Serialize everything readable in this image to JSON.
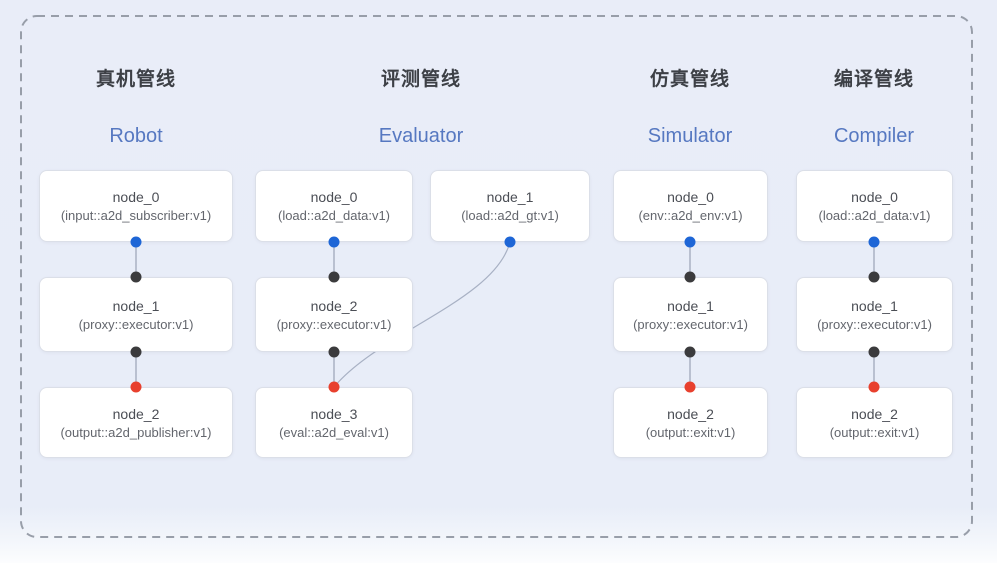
{
  "diagram": {
    "pipelines": [
      {
        "title_cn": "真机管线",
        "title_en": "Robot",
        "nodes": [
          {
            "name": "node_0",
            "type": "(input::a2d_subscriber:v1)"
          },
          {
            "name": "node_1",
            "type": "(proxy::executor:v1)"
          },
          {
            "name": "node_2",
            "type": "(output::a2d_publisher:v1)"
          }
        ]
      },
      {
        "title_cn": "评测管线",
        "title_en": "Evaluator",
        "nodes": [
          {
            "name": "node_0",
            "type": "(load::a2d_data:v1)"
          },
          {
            "name": "node_1",
            "type": "(load::a2d_gt:v1)"
          },
          {
            "name": "node_2",
            "type": "(proxy::executor:v1)"
          },
          {
            "name": "node_3",
            "type": "(eval::a2d_eval:v1)"
          }
        ]
      },
      {
        "title_cn": "仿真管线",
        "title_en": "Simulator",
        "nodes": [
          {
            "name": "node_0",
            "type": "(env::a2d_env:v1)"
          },
          {
            "name": "node_1",
            "type": "(proxy::executor:v1)"
          },
          {
            "name": "node_2",
            "type": "(output::exit:v1)"
          }
        ]
      },
      {
        "title_cn": "编译管线",
        "title_en": "Compiler",
        "nodes": [
          {
            "name": "node_0",
            "type": "(load::a2d_data:v1)"
          },
          {
            "name": "node_1",
            "type": "(proxy::executor:v1)"
          },
          {
            "name": "node_2",
            "type": "(output::exit:v1)"
          }
        ]
      }
    ],
    "colors": {
      "output_port_blue": "#1e66d6",
      "input_port_black": "#3b3b3d",
      "final_input_port_red": "#e8402e",
      "english_label_blue": "#5678c1",
      "edge_gray": "#9aa3b6",
      "background": "#e9edf8"
    }
  }
}
